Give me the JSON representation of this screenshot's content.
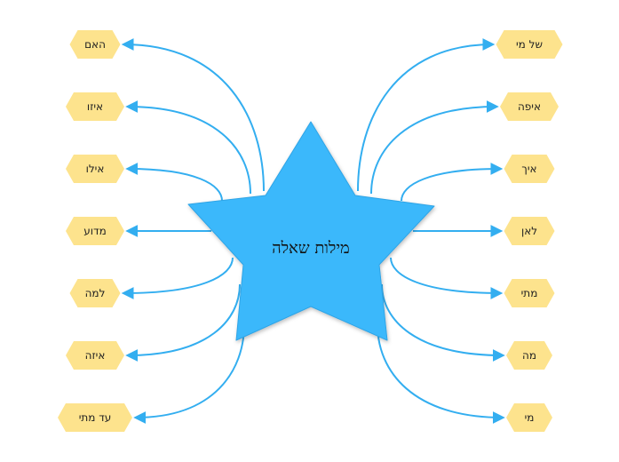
{
  "center": {
    "label": "מילות שאלה",
    "color": "#3bb8fb"
  },
  "colors": {
    "node_fill": "#fde38d",
    "connector": "#33aef0"
  },
  "left_nodes": [
    {
      "label": "האם"
    },
    {
      "label": "איזו"
    },
    {
      "label": "אילו"
    },
    {
      "label": "מדוע"
    },
    {
      "label": "למה"
    },
    {
      "label": "איזה"
    },
    {
      "label": "עד מתי"
    }
  ],
  "right_nodes": [
    {
      "label": "של מי"
    },
    {
      "label": "איפה"
    },
    {
      "label": "איך"
    },
    {
      "label": "לאן"
    },
    {
      "label": "מתי"
    },
    {
      "label": "מה"
    },
    {
      "label": "מי"
    }
  ]
}
